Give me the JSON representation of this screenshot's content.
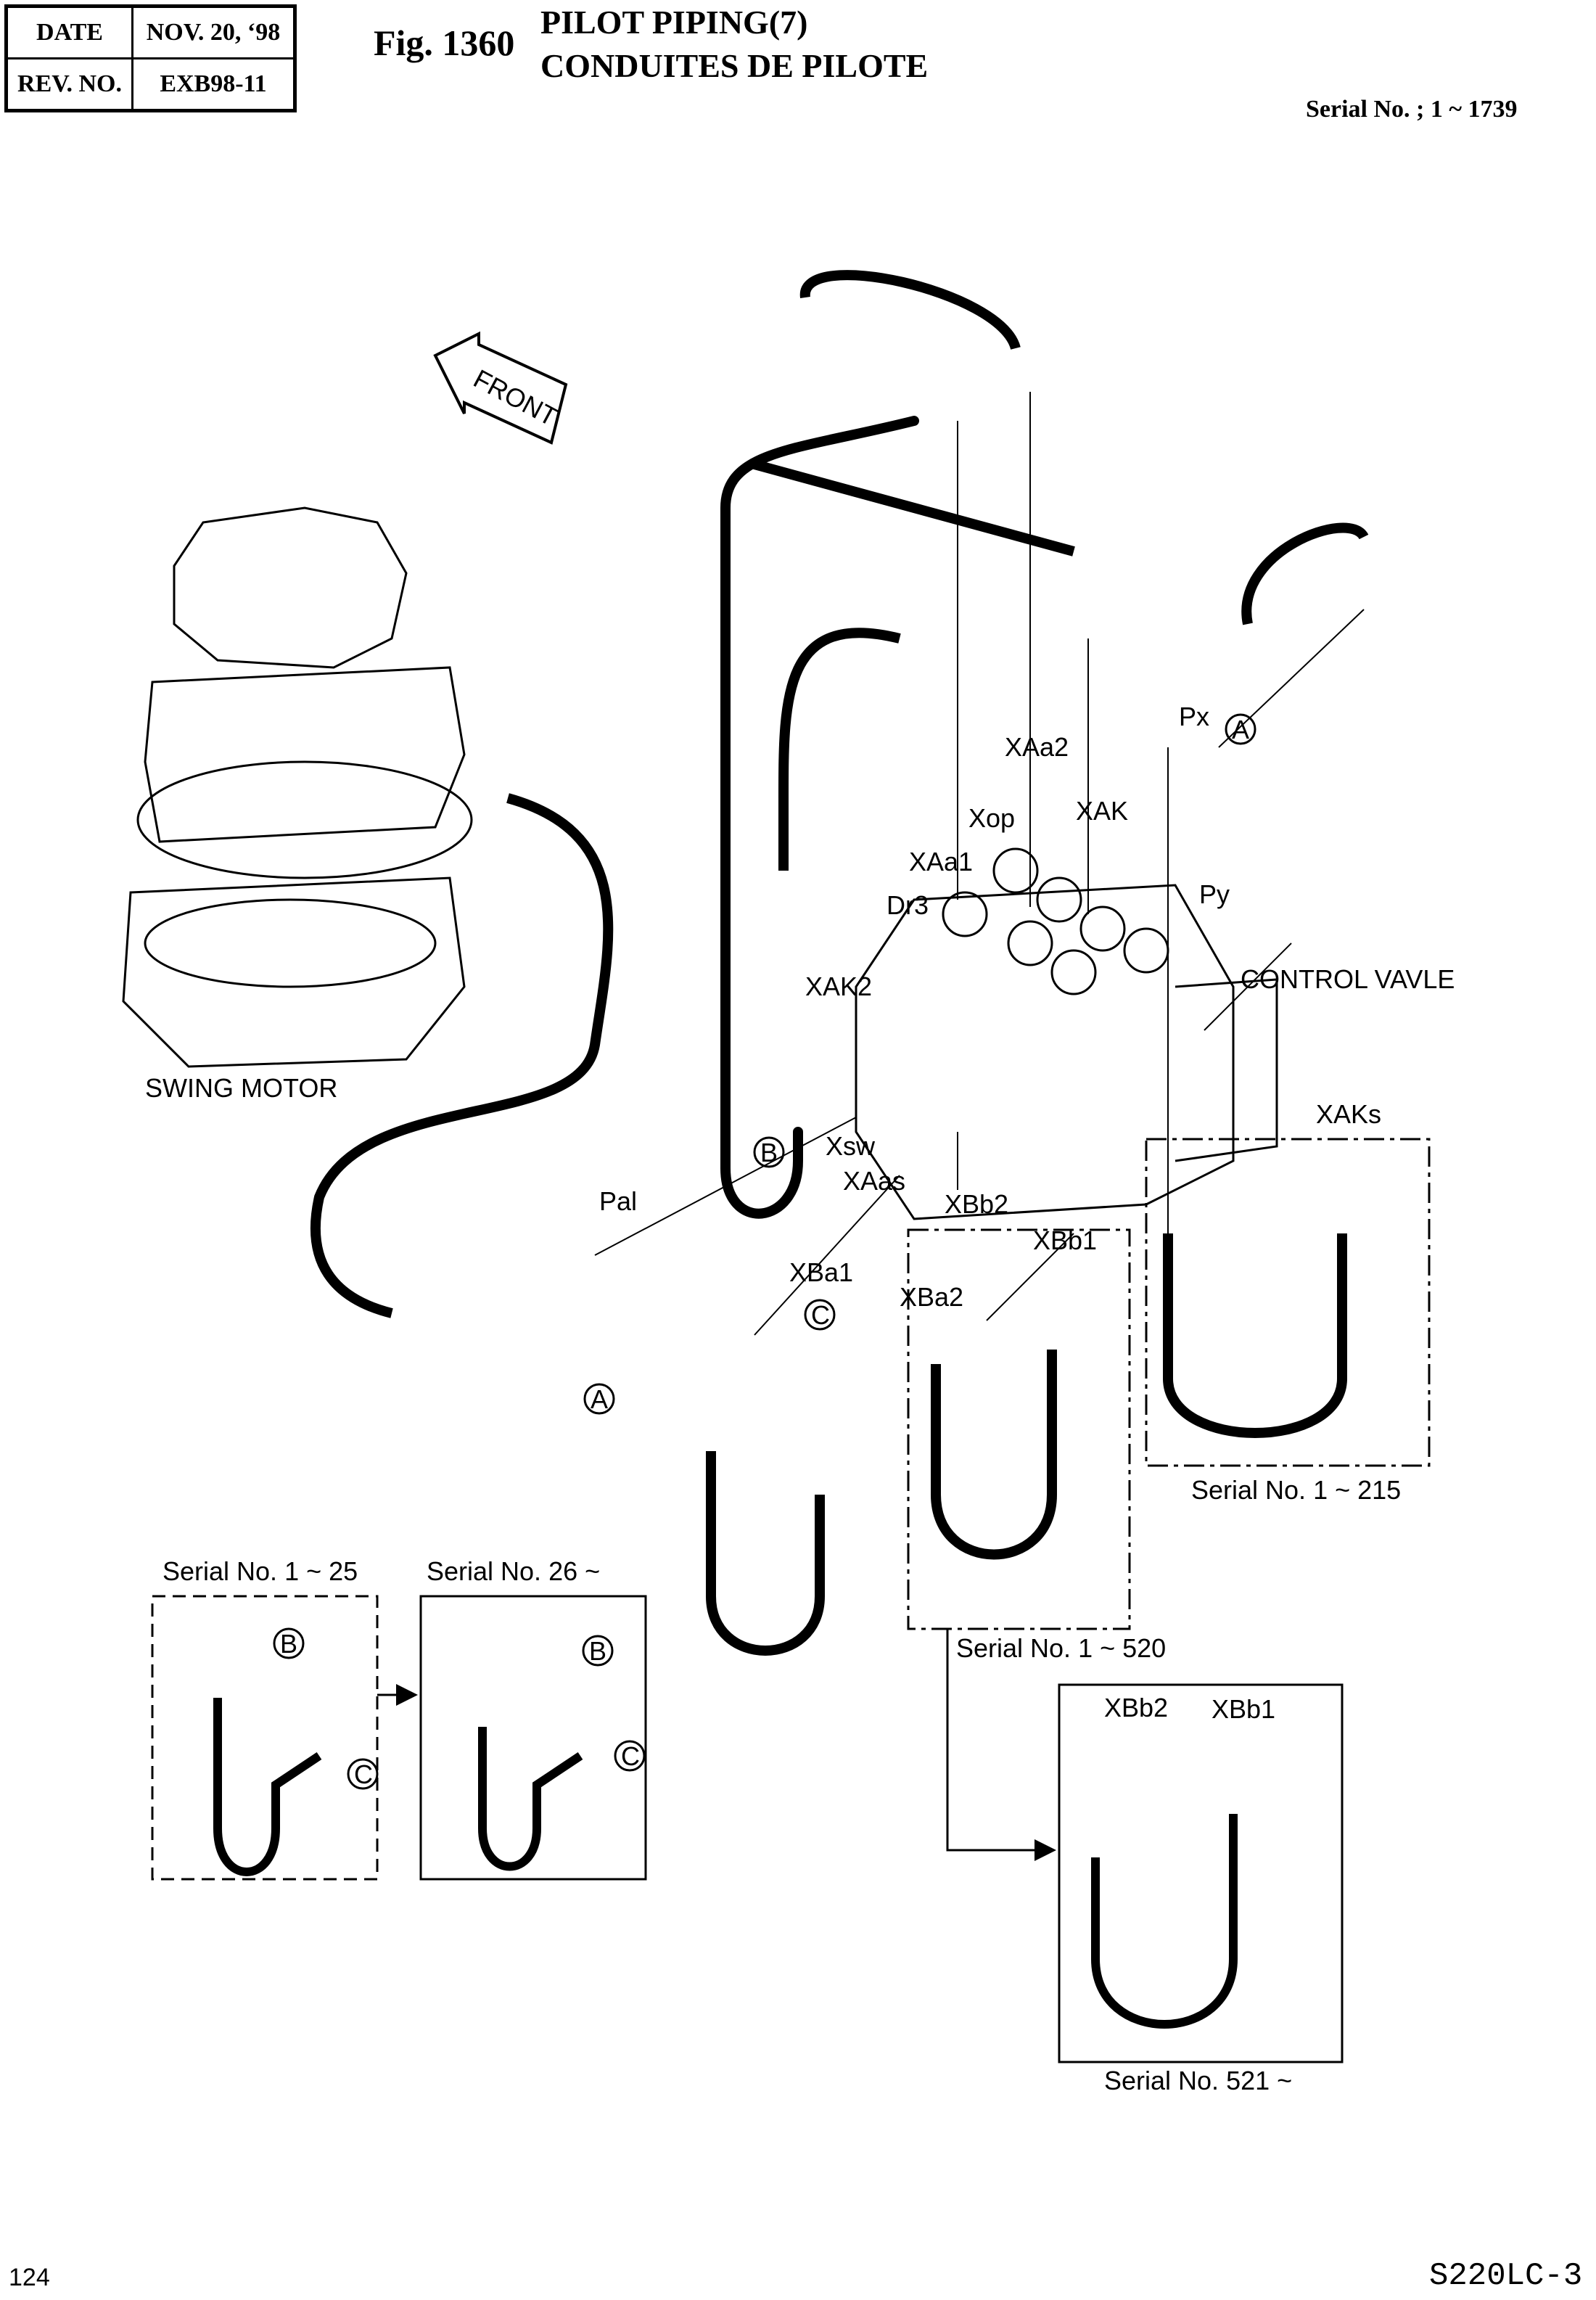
{
  "header": {
    "date_label": "DATE",
    "date_value": "NOV. 20, ‘98",
    "rev_label": "REV. NO.",
    "rev_value": "EXB98-11",
    "figure_number": "Fig. 1360",
    "title_en": "PILOT PIPING(7)",
    "title_fr": "CONDUITES DE PILOTE",
    "serial_range": "Serial No. ; 1 ~ 1739"
  },
  "diagram": {
    "front_arrow": "FRONT",
    "components": {
      "swing_motor": "SWING MOTOR",
      "control_valve": "CONTROL VAVLE"
    },
    "ports": [
      "XAa2",
      "Xop",
      "XAK",
      "XAa1",
      "Dr3",
      "Px",
      "Py",
      "XAK2",
      "Xsw",
      "Pal",
      "XAas",
      "XBb2",
      "XBb1",
      "XBa1",
      "XBa2",
      "XAKs"
    ],
    "reference_markers": [
      "A",
      "B",
      "C"
    ],
    "insets": [
      {
        "label": "Serial No. 1 ~ 25",
        "style": "dashed",
        "markers": [
          "B",
          "C"
        ]
      },
      {
        "label": "Serial No. 26 ~",
        "style": "solid",
        "markers": [
          "B",
          "C"
        ]
      },
      {
        "label": "Serial No. 1 ~ 215",
        "style": "dash-dot"
      },
      {
        "label": "Serial No. 1 ~ 520",
        "style": "dash-dot"
      },
      {
        "label": "Serial No. 521 ~",
        "style": "solid",
        "ports": [
          "XBb2",
          "XBb1"
        ]
      }
    ]
  },
  "footer": {
    "page_number": "124",
    "model": "S220LC-3"
  }
}
